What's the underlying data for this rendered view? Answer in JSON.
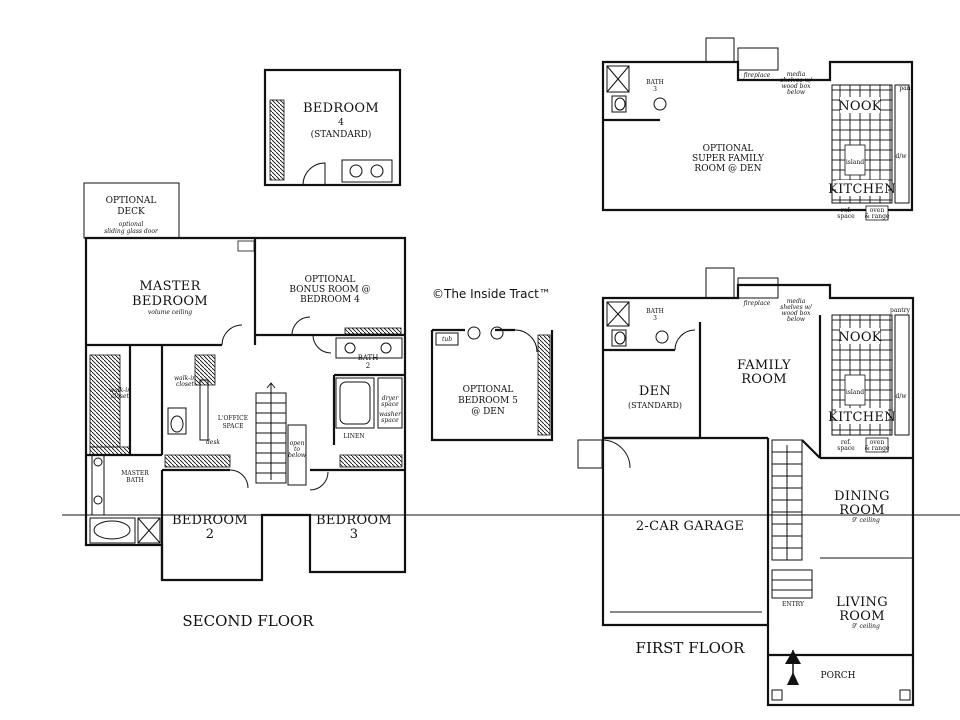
{
  "copyright": "©The Inside Tract™",
  "floors": {
    "second": "SECOND FLOOR",
    "first": "FIRST FLOOR"
  },
  "second_floor": {
    "bedroom4": [
      "BEDROOM",
      "4",
      "(STANDARD)"
    ],
    "optional_deck": [
      "OPTIONAL",
      "DECK"
    ],
    "deck_note": [
      "optional",
      "sliding glass door"
    ],
    "master_bedroom": [
      "MASTER",
      "BEDROOM"
    ],
    "master_note": "volume ceiling",
    "bonus_room": [
      "OPTIONAL",
      "BONUS ROOM @",
      "BEDROOM 4"
    ],
    "bath2": [
      "BATH",
      "2"
    ],
    "walk_in_closet": [
      "walk-in",
      "closet"
    ],
    "walk_in_closet2": [
      "walk-in",
      "closet"
    ],
    "loffice": [
      "L'OFFICE",
      "SPACE"
    ],
    "desk": "desk",
    "open_below": [
      "open",
      "to",
      "below"
    ],
    "linen": "LINEN",
    "dryer": [
      "dryer",
      "space"
    ],
    "washer": [
      "washer",
      "space"
    ],
    "master_bath": [
      "MASTER",
      "BATH"
    ],
    "bedroom2": [
      "BEDROOM",
      "2"
    ],
    "bedroom3": [
      "BEDROOM",
      "3"
    ],
    "optional_bedroom5": [
      "OPTIONAL",
      "BEDROOM 5",
      "@ DEN"
    ],
    "tub_label": "tub"
  },
  "first_floor_optional": {
    "bath3": [
      "BATH",
      "3"
    ],
    "fireplace": "fireplace",
    "media": [
      "media",
      "shelves w/",
      "wood box",
      "below"
    ],
    "super_family": [
      "OPTIONAL",
      "SUPER FAMILY",
      "ROOM @ DEN"
    ],
    "nook": "NOOK",
    "kitchen": "KITCHEN",
    "island": "island",
    "pan": "pan",
    "dw": "d/w",
    "ref": [
      "ref.",
      "space"
    ],
    "oven": [
      "oven",
      "& range"
    ]
  },
  "first_floor": {
    "bath3": [
      "BATH",
      "3"
    ],
    "fireplace": "fireplace",
    "media": [
      "media",
      "shelves w/",
      "wood box",
      "below"
    ],
    "pantry": "pantry",
    "den": [
      "DEN",
      "(STANDARD)"
    ],
    "family_room": [
      "FAMILY",
      "ROOM"
    ],
    "nook": "NOOK",
    "kitchen": "KITCHEN",
    "island": "island",
    "dw": "d/w",
    "ref": [
      "ref.",
      "space"
    ],
    "oven": [
      "oven",
      "& range"
    ],
    "garage": "2-CAR GARAGE",
    "dining_room": [
      "DINING",
      "ROOM"
    ],
    "dining_note": "9' ceiling",
    "living_room": [
      "LIVING",
      "ROOM"
    ],
    "living_note": "9' ceiling",
    "entry": "ENTRY",
    "porch": "PORCH"
  }
}
